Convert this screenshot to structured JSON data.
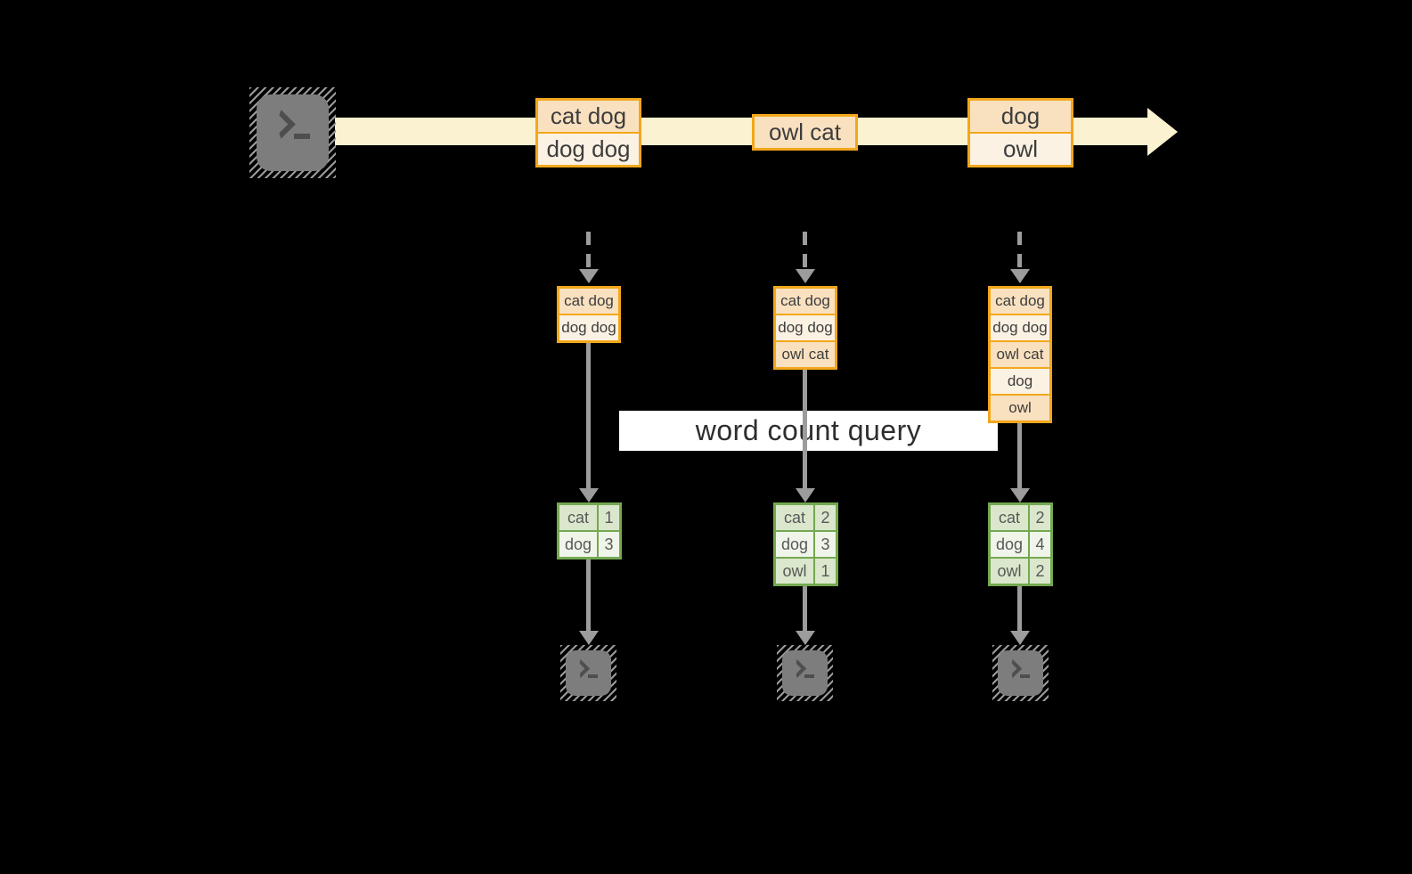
{
  "banner": {
    "label": "word count query"
  },
  "icons": {
    "source": "terminal-icon",
    "sinks": [
      "terminal-icon",
      "terminal-icon",
      "terminal-icon"
    ]
  },
  "colors": {
    "orange_border": "#f2a71b",
    "peach_fill": "#f9e1c0",
    "cream_fill": "#fcf2e3",
    "stream_band": "#fbf2d1",
    "green_border": "#74a851",
    "green_fill": "#dae7cc",
    "pale_green_fill": "#f0f5ea",
    "arrow_gray": "#9c9c9c",
    "terminal_gray": "#7d7d7d",
    "banner_bg": "#ffffff"
  },
  "stream": {
    "records": [
      {
        "lines": [
          "cat dog",
          "dog dog"
        ]
      },
      {
        "lines": [
          "owl cat"
        ]
      },
      {
        "lines": [
          "dog",
          "owl"
        ]
      }
    ]
  },
  "columns": [
    {
      "window": [
        "cat dog",
        "dog dog"
      ],
      "counts": [
        {
          "word": "cat",
          "count": 1
        },
        {
          "word": "dog",
          "count": 3
        }
      ]
    },
    {
      "window": [
        "cat dog",
        "dog dog",
        "owl cat"
      ],
      "counts": [
        {
          "word": "cat",
          "count": 2
        },
        {
          "word": "dog",
          "count": 3
        },
        {
          "word": "owl",
          "count": 1
        }
      ]
    },
    {
      "window": [
        "cat dog",
        "dog dog",
        "owl cat",
        "dog",
        "owl"
      ],
      "counts": [
        {
          "word": "cat",
          "count": 2
        },
        {
          "word": "dog",
          "count": 4
        },
        {
          "word": "owl",
          "count": 2
        }
      ]
    }
  ]
}
